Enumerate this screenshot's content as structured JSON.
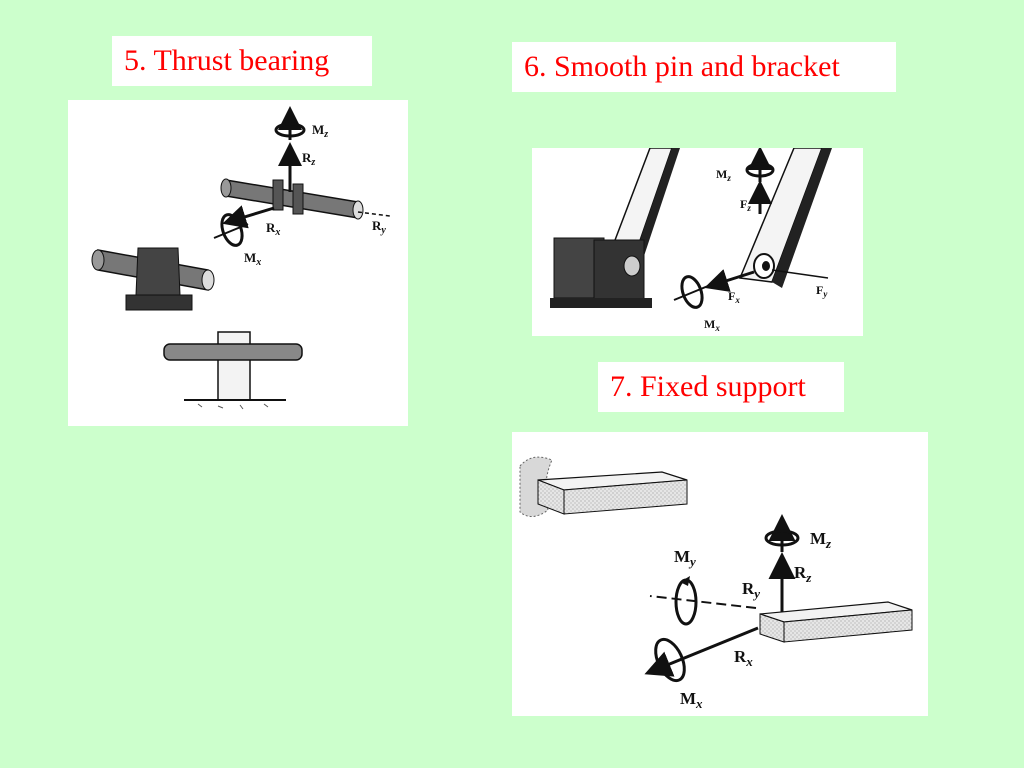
{
  "colors": {
    "background": "#ccffcc",
    "title_text": "#ff0000",
    "panel": "#ffffff"
  },
  "titles": {
    "thrust": "5. Thrust bearing",
    "pin": "6. Smooth pin and bracket",
    "fixed": "7. Fixed support"
  },
  "thrust": {
    "mz": "M",
    "mz_sub": "z",
    "rz": "R",
    "rz_sub": "z",
    "rx": "R",
    "rx_sub": "x",
    "ry": "R",
    "ry_sub": "y",
    "mx": "M",
    "mx_sub": "x"
  },
  "pin": {
    "mz": "M",
    "mz_sub": "z",
    "fz": "F",
    "fz_sub": "z",
    "fx": "F",
    "fx_sub": "x",
    "fy": "F",
    "fy_sub": "y",
    "mx": "M",
    "mx_sub": "x"
  },
  "fixed": {
    "mz": "M",
    "mz_sub": "z",
    "my": "M",
    "my_sub": "y",
    "rz": "R",
    "rz_sub": "z",
    "ry": "R",
    "ry_sub": "y",
    "rx": "R",
    "rx_sub": "x",
    "mx": "M",
    "mx_sub": "x"
  }
}
